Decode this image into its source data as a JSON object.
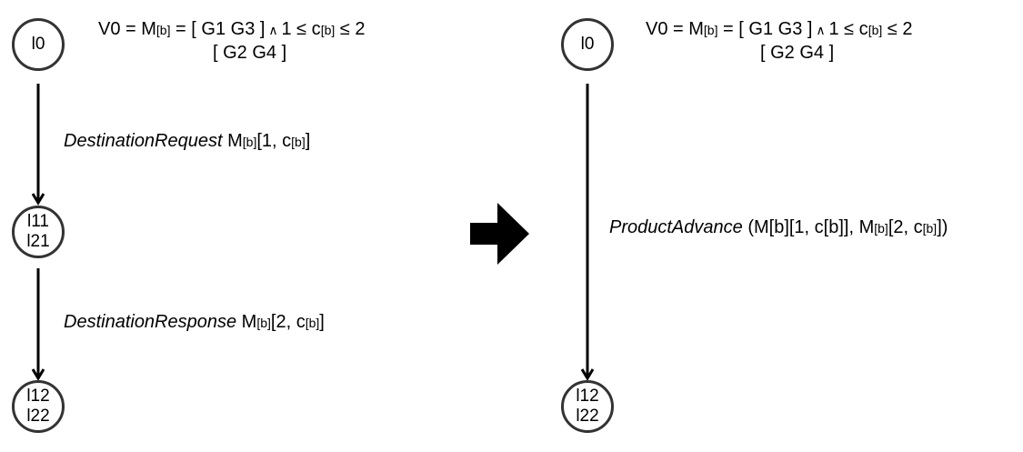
{
  "left": {
    "formula": {
      "p1": "V0 = M",
      "s1": "[b]",
      "p2": " = [ G1  G3 ]",
      "op": " ∧ ",
      "p3": "1 ≤ c",
      "s2": "[b]",
      "p4": " ≤ 2",
      "line2": "[ G2  G4 ]"
    },
    "nodes": {
      "top": [
        "l0"
      ],
      "mid": [
        "l11",
        "l21"
      ],
      "bottom": [
        "l12",
        "l22"
      ]
    },
    "edge1": {
      "name": "DestinationRequest",
      "t1": " M",
      "s1": "[b]",
      "t2": "[1, c",
      "s2": "[b]",
      "t3": "]"
    },
    "edge2": {
      "name": "DestinationResponse",
      "t1": " M",
      "s1": "[b]",
      "t2": "[2, c",
      "s2": "[b]",
      "t3": "]"
    }
  },
  "right": {
    "formula": {
      "p1": "V0 = M",
      "s1": "[b]",
      "p2": " = [ G1  G3 ]",
      "op": " ∧ ",
      "p3": "1 ≤ c",
      "s2": "[b]",
      "p4": " ≤ 2",
      "line2": "[ G2  G4 ]"
    },
    "nodes": {
      "top": [
        "l0"
      ],
      "bottom": [
        "l12",
        "l22"
      ]
    },
    "edge": {
      "name": "ProductAdvance",
      "t1": " (M[b][1, c[b]], M",
      "s1": "[b]",
      "t2": "[2, c",
      "s2": "[b]",
      "t3": "])"
    }
  },
  "colors": {
    "stroke": "#000000",
    "node_border": "#333333",
    "arrow_fill": "#000000"
  }
}
